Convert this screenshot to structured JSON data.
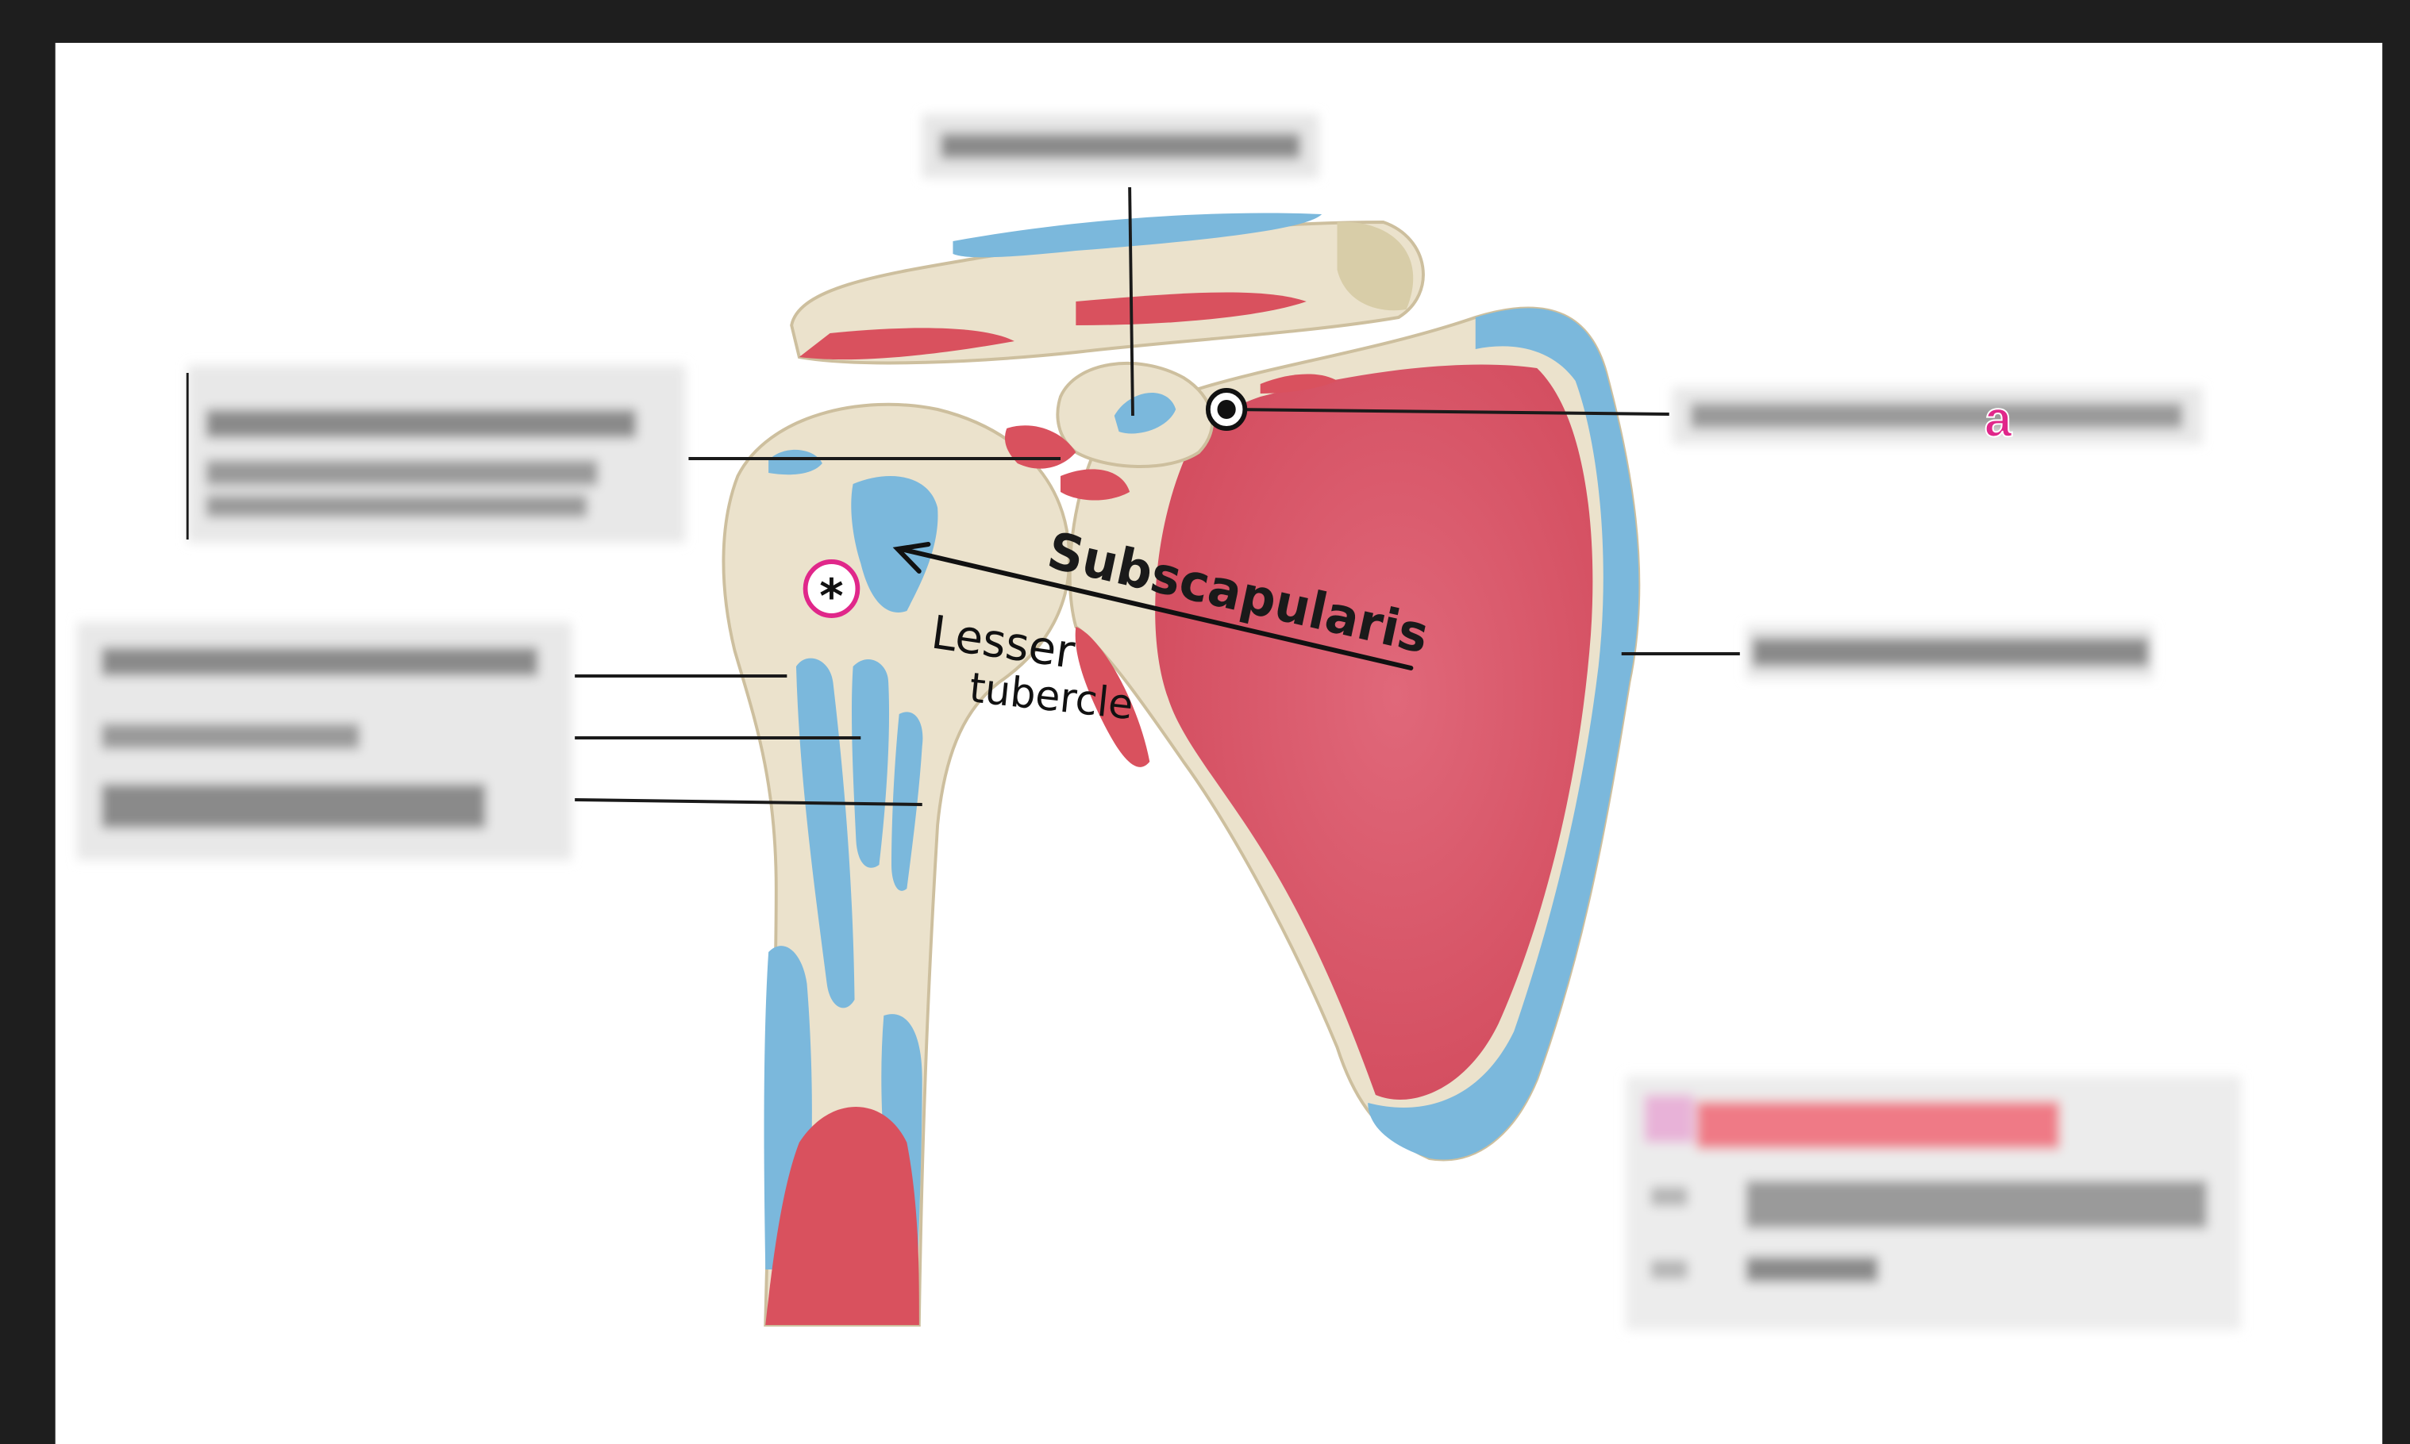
{
  "annotations": {
    "muscle_label": "Subscapularis",
    "handwritten_label_line1": "Lesser",
    "handwritten_label_line2": "tubercle",
    "marker_letter": "a",
    "marker_symbol": "*"
  },
  "colors": {
    "window_background": "#1e1e1e",
    "canvas": "#ffffff",
    "bone": "#ebe2cc",
    "muscle_origin_red": "#d9515e",
    "muscle_insertion_blue": "#7bb8dc",
    "accent_magenta": "#e0278a",
    "line": "#1a1a1a"
  },
  "icons": [
    "asterisk-circle-marker-icon",
    "black-dot-marker-icon",
    "arrow-icon"
  ]
}
